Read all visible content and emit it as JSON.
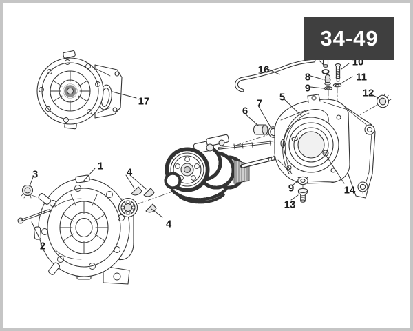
{
  "page": {
    "code": "34-49"
  },
  "colors": {
    "frame_border": "#c5c5c5",
    "code_box_bg": "#3f3f3f",
    "code_box_text": "#ffffff",
    "line_art": "#333333",
    "label_text": "#1c1c1c"
  },
  "callouts": {
    "c1": {
      "label": "1"
    },
    "c2": {
      "label": "2"
    },
    "c3": {
      "label": "3"
    },
    "c4a": {
      "label": "4"
    },
    "c4b": {
      "label": "4"
    },
    "c5": {
      "label": "5"
    },
    "c6": {
      "label": "6"
    },
    "c7": {
      "label": "7"
    },
    "c8": {
      "label": "8"
    },
    "c9a": {
      "label": "9"
    },
    "c9b": {
      "label": "9"
    },
    "c10": {
      "label": "10"
    },
    "c11": {
      "label": "11"
    },
    "c12": {
      "label": "12"
    },
    "c13": {
      "label": "13"
    },
    "c14": {
      "label": "14"
    },
    "c16": {
      "label": "16"
    },
    "c17": {
      "label": "17"
    }
  }
}
